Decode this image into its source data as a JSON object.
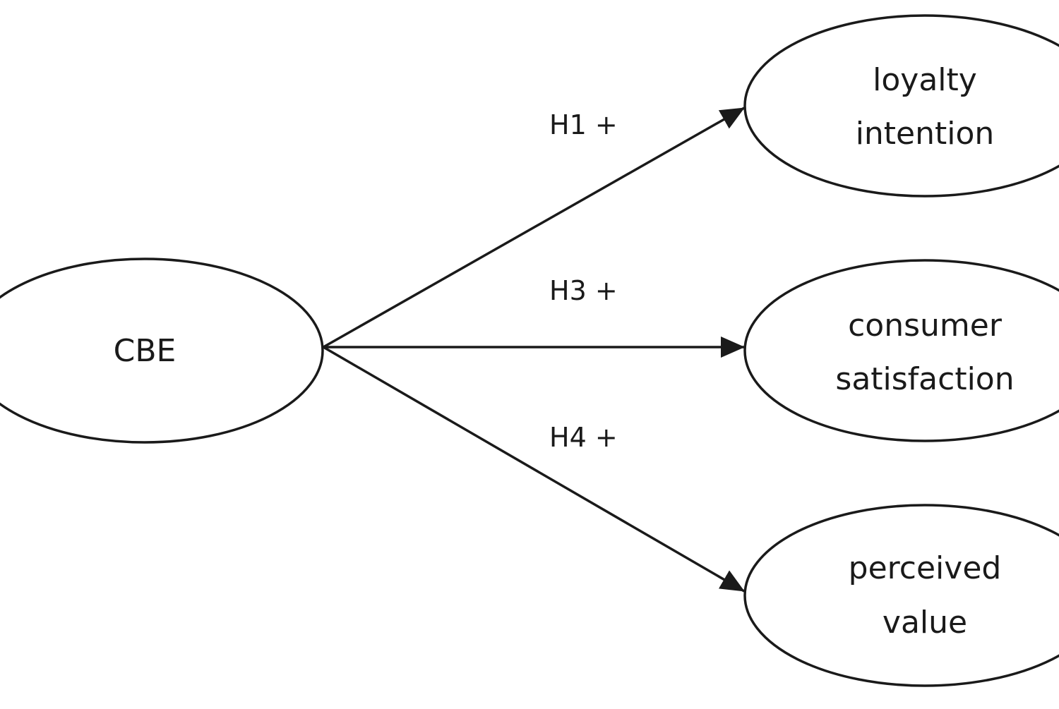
{
  "diagram": {
    "source_node": {
      "id": "cbe",
      "label": "CBE"
    },
    "target_nodes": [
      {
        "id": "loyalty-intention",
        "lines": [
          "loyalty",
          "intention"
        ]
      },
      {
        "id": "consumer-satisfaction",
        "lines": [
          "consumer",
          "satisfaction"
        ]
      },
      {
        "id": "perceived-value",
        "lines": [
          "perceived",
          "value"
        ]
      }
    ],
    "edges": [
      {
        "from": "cbe",
        "to": "loyalty-intention",
        "label": "H1 +"
      },
      {
        "from": "cbe",
        "to": "consumer-satisfaction",
        "label": "H3 +"
      },
      {
        "from": "cbe",
        "to": "perceived-value",
        "label": "H4 +"
      }
    ],
    "colors": {
      "stroke": "#1a1a1a",
      "background": "#ffffff"
    }
  }
}
